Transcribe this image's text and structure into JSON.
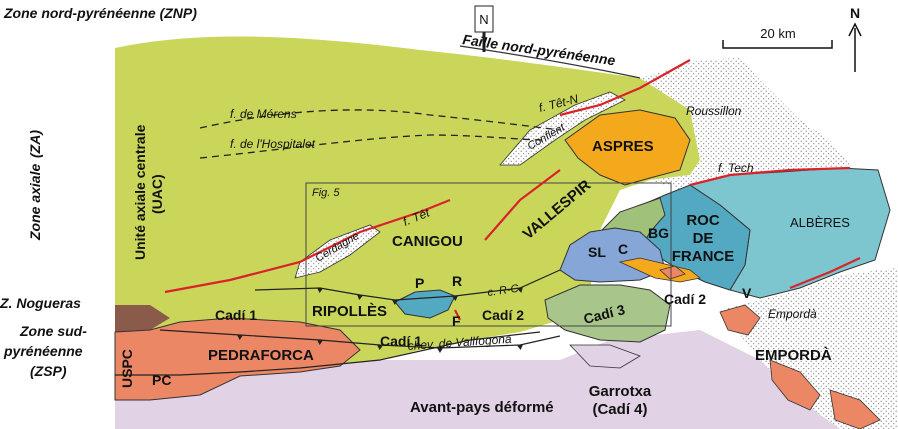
{
  "zones": {
    "znp": "Zone nord-pyrénéenne (ZNP)",
    "za_line1": "Zone axiale",
    "za_line2": "(ZA)",
    "uac_line1": "Unité axiale centrale",
    "uac_line2": "(UAC)",
    "nogueras": "Z. Nogueras",
    "zsp_line1": "Zone sud-",
    "zsp_line2": "pyrénéenne",
    "zsp_line3": "(ZSP)"
  },
  "faults": {
    "nord": "Faille nord-pyrénéenne",
    "merens": "f. de Mérens",
    "hospitalet": "f. de l'Hospitalet",
    "tet_n": "f. Têt-N",
    "tet": "f. Têt",
    "tech": "f. Tech",
    "r_c": "c. R-C",
    "vallfogona": "chev. de Vallfogona"
  },
  "units": {
    "aspres": "ASPRES",
    "canigou": "CANIGOU",
    "vallespir": "VALLESPIR",
    "roc_line1": "ROC",
    "roc_line2": "DE",
    "roc_line3": "FRANCE",
    "alberes": "ALBÈRES",
    "ripolles": "RIPOLLÈS",
    "pedraforca": "PEDRAFORCA",
    "emporda_caps": "EMPORDÀ",
    "cadi1_a": "Cadí 1",
    "cadi1_b": "Cadí 1",
    "cadi2_a": "Cadí 2",
    "cadi2_b": "Cadí 2",
    "cadi3": "Cadí 3",
    "garrotxa_line1": "Garrotxa",
    "garrotxa_line2": "(Cadí 4)",
    "avant_pays": "Avant-pays déformé",
    "uspc": "USPC",
    "pc": "PC",
    "sl": "SL",
    "c": "C",
    "bg": "BG",
    "p": "P",
    "r": "R",
    "f": "F",
    "v": "V"
  },
  "basins": {
    "roussillon": "Roussillon",
    "conflent": "Conflent",
    "cerdagne": "Cerdagne",
    "emporda": "Empordà"
  },
  "box_label": "Fig. 5",
  "scale_label": "20 km",
  "north_label": "N",
  "north_box_label": "N",
  "colors": {
    "axial_zone": "#c9d65a",
    "foreland": "#e2d2e5",
    "pedraforca": "#ec8766",
    "aspres": "#f4a81c",
    "alberes": "#7ec6cf",
    "roc_de_france": "#53a9c2",
    "vallespir": "#9fc17a",
    "sl_unit": "#85a6d6",
    "cadi3": "#a8c58b",
    "nogueras": "#8a5a4a",
    "fault_red": "#d8232a"
  }
}
